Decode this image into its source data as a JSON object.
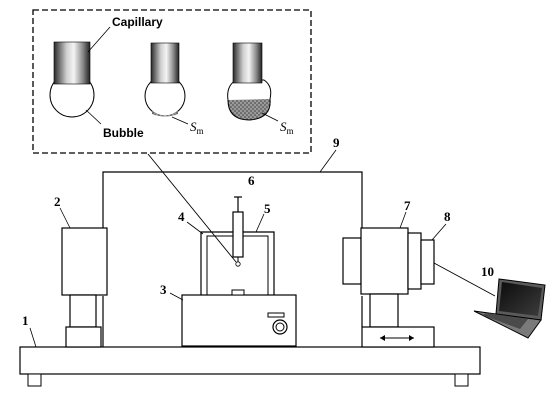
{
  "inset": {
    "capillary_label": "Capillary",
    "bubble_label": "Bubble",
    "sm_symbol": "S",
    "sm_subscript": "m"
  },
  "parts": {
    "p1": "1",
    "p2": "2",
    "p3": "3",
    "p4": "4",
    "p5": "5",
    "p6": "6",
    "p7": "7",
    "p8": "8",
    "p9": "9",
    "p10": "10"
  },
  "colors": {
    "line": "#000000",
    "device_fill": "#f2f2f2",
    "screen": "#1a1a1a",
    "laptop_body": "#6b6b6b"
  }
}
